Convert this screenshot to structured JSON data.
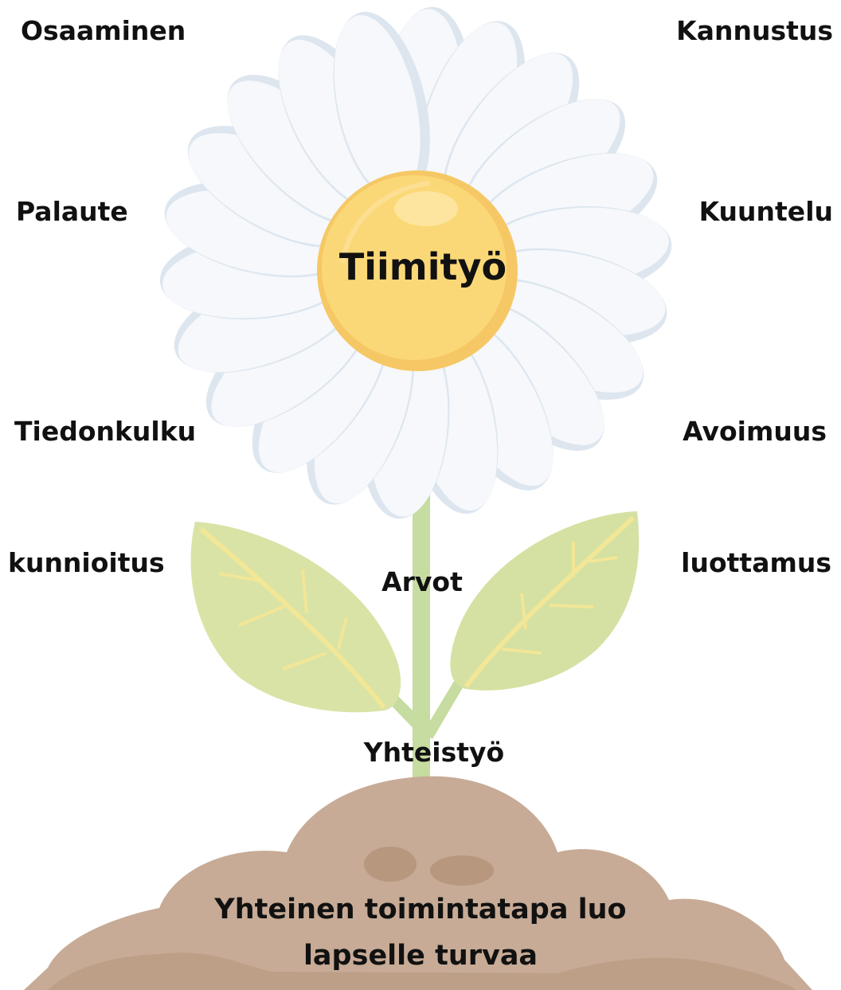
{
  "diagram": {
    "center_label": "Tiimityö",
    "stem_label": "Arvot",
    "root_label": "Yhteistyö",
    "soil_label": "Yhteinen toimintatapa luo lapselle turvaa",
    "left_labels": [
      "Osaaminen",
      "Palaute",
      "Tiedonkulku",
      "kunnioitus"
    ],
    "right_labels": [
      "Kannustus",
      "Kuuntelu",
      "Avoimuus",
      "luottamus"
    ]
  },
  "colors": {
    "petal": "#f6f8fb",
    "petal_shadow": "#dde6ef",
    "center": "#fbd877",
    "center_edge": "#f6c865",
    "leaf": "#d9e3a6",
    "leaf_vein": "#f2e697",
    "stem": "#c6dca0",
    "soil": "#c7ab96",
    "soil_dark": "#b8977f",
    "text": "#111111"
  },
  "icons": [
    "daisy-flower-icon",
    "leaf-icon",
    "soil-mound-icon"
  ]
}
